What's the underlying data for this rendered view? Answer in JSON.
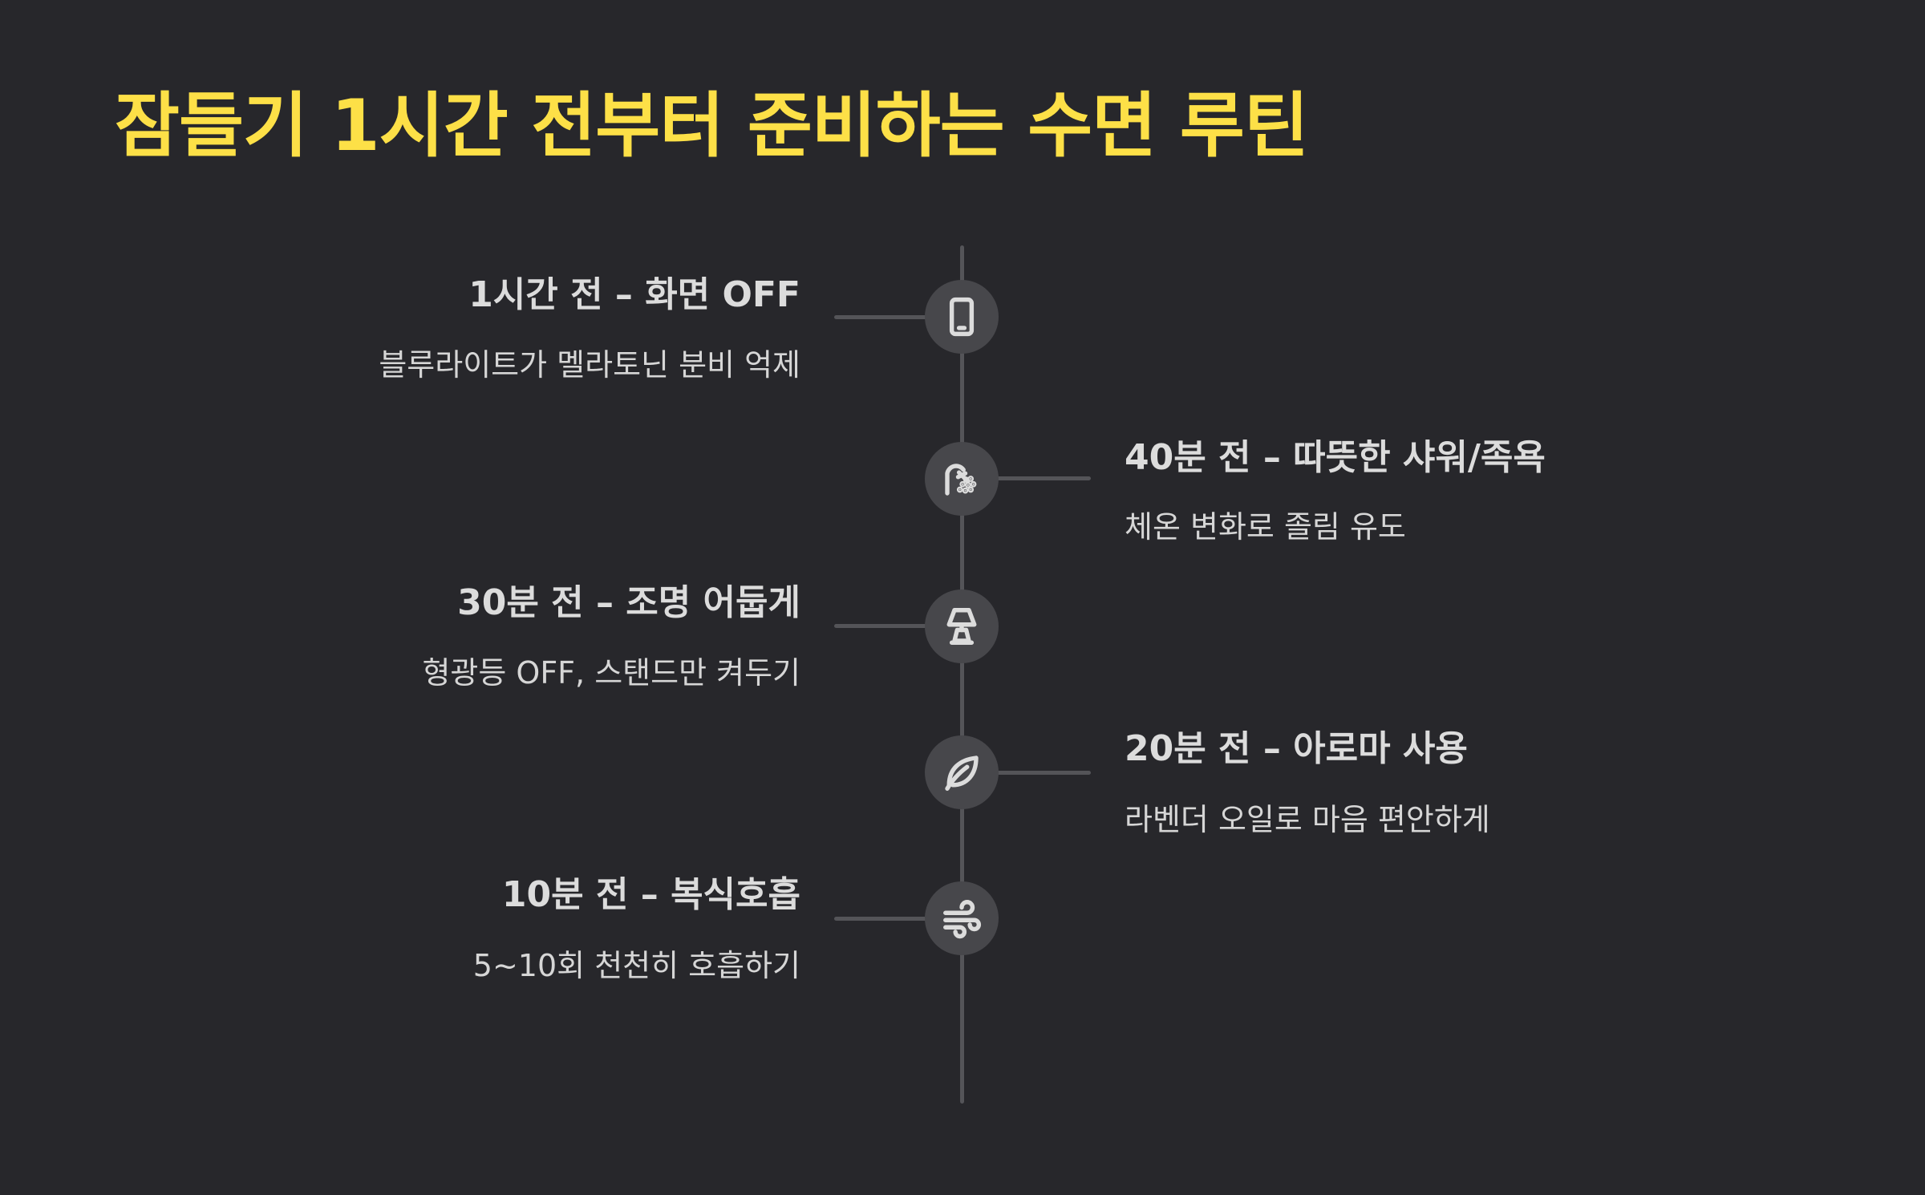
{
  "page": {
    "title": "잠들기 1시간 전부터 준비하는 수면 루틴"
  },
  "colors": {
    "background": "#27272b",
    "title": "#fde047",
    "text": "#dcdcdc",
    "node": "#47474b",
    "line": "#545458"
  },
  "steps": [
    {
      "title": "1시간 전 – 화면 OFF",
      "desc": "블루라이트가 멜라토닌 분비 억제",
      "icon": "smartphone-icon",
      "side": "left"
    },
    {
      "title": "40분 전 – 따뜻한 샤워/족욕",
      "desc": "체온 변화로 졸림 유도",
      "icon": "shower-icon",
      "side": "right"
    },
    {
      "title": "30분 전 – 조명 어둡게",
      "desc": "형광등 OFF, 스탠드만 켜두기",
      "icon": "lamp-icon",
      "side": "left"
    },
    {
      "title": "20분 전 – 아로마 사용",
      "desc": "라벤더 오일로 마음 편안하게",
      "icon": "leaf-icon",
      "side": "right"
    },
    {
      "title": "10분 전 – 복식호흡",
      "desc": "5~10회 천천히 호흡하기",
      "icon": "wind-icon",
      "side": "left"
    }
  ]
}
